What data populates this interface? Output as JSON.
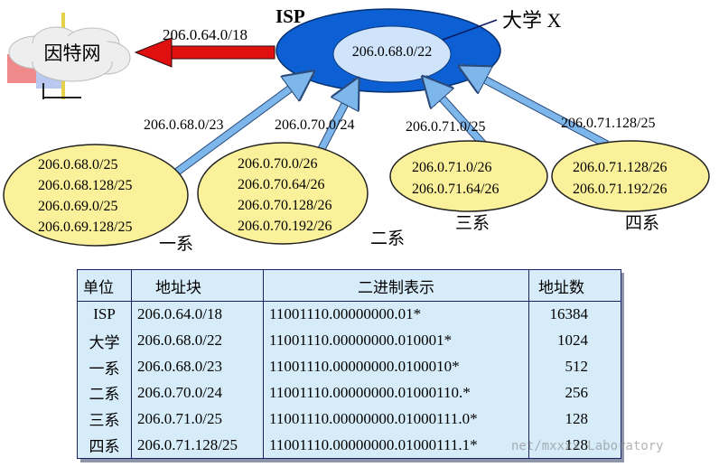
{
  "isp": {
    "label": "ISP",
    "university_prefix": "206.0.68.0/22",
    "university_label": "大学 X"
  },
  "internet": {
    "label": "因特网",
    "route_prefix": "206.0.64.0/18"
  },
  "departments": [
    {
      "name": "一系",
      "link_prefix": "206.0.68.0/23",
      "subnets": [
        "206.0.68.0/25",
        "206.0.68.128/25",
        "206.0.69.0/25",
        "206.0.69.128/25"
      ]
    },
    {
      "name": "二系",
      "link_prefix": "206.0.70.0/24",
      "subnets": [
        "206.0.70.0/26",
        "206.0.70.64/26",
        "206.0.70.128/26",
        "206.0.70.192/26"
      ]
    },
    {
      "name": "三系",
      "link_prefix": "206.0.71.0/25",
      "subnets": [
        "206.0.71.0/26",
        "206.0.71.64/26"
      ]
    },
    {
      "name": "四系",
      "link_prefix": "206.0.71.128/25",
      "subnets": [
        "206.0.71.128/26",
        "206.0.71.192/26"
      ]
    }
  ],
  "table": {
    "headers": [
      "单位",
      "地址块",
      "二进制表示",
      "地址数"
    ],
    "rows": [
      [
        "ISP",
        "206.0.64.0/18",
        "11001110.00000000.01*",
        "16384"
      ],
      [
        "大学",
        "206.0.68.0/22",
        "11001110.00000000.010001*",
        "1024"
      ],
      [
        "一系",
        "206.0.68.0/23",
        "11001110.00000000.0100010*",
        "512"
      ],
      [
        "二系",
        "206.0.70.0/24",
        "11001110.00000000.01000110.*",
        "256"
      ],
      [
        "三系",
        "206.0.71.0/25",
        "11001110.00000000.01000111.0*",
        "128"
      ],
      [
        "四系",
        "206.0.71.128/25",
        "11001110.00000000.01000111.1*",
        "128"
      ]
    ]
  },
  "watermark": "net/mxxxx Laboratory",
  "colors": {
    "isp_ring": "#0d5fd4",
    "isp_inner": "#cfe4fb",
    "department_fill": "#fbf19a",
    "arrow_blue": "#7db6ea",
    "internet_arrow": "#e01010",
    "table_bg": "#d7ecf9",
    "table_border": "#1a2266"
  }
}
